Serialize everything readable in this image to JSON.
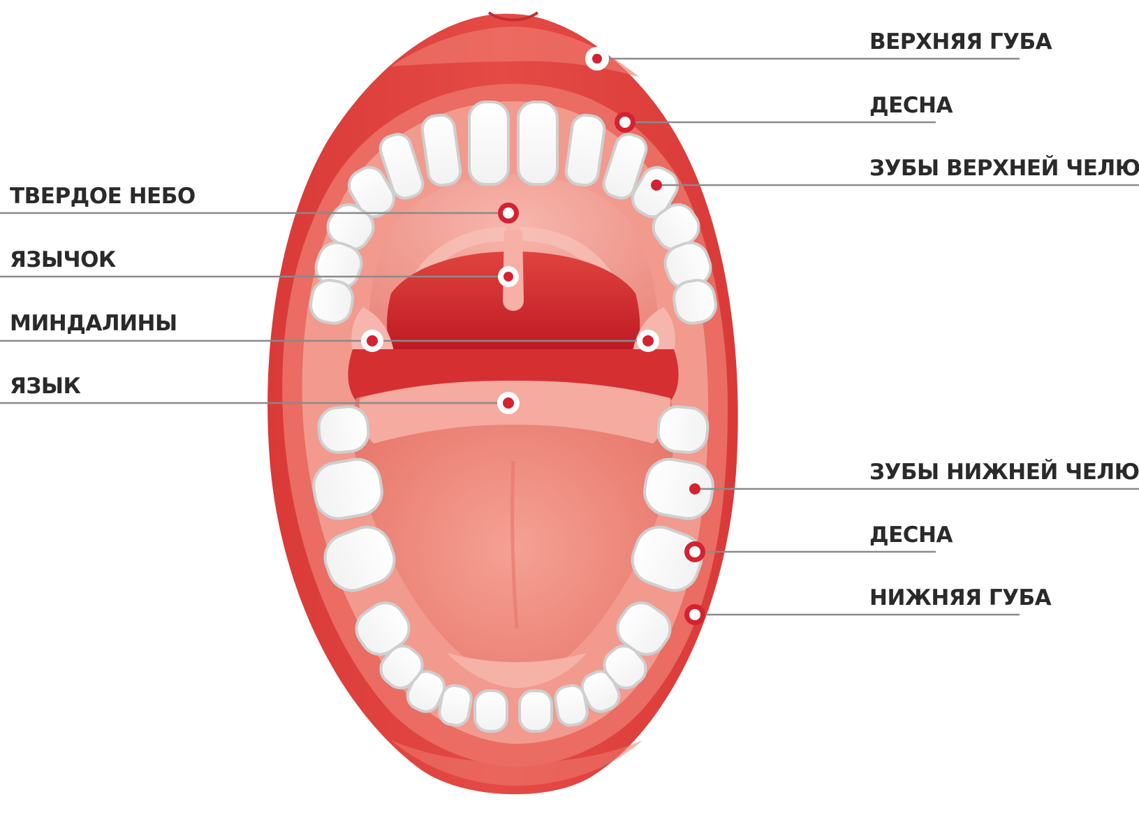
{
  "labels": {
    "upper_lip": "ВЕРХНЯЯ ГУБА",
    "gum_upper": "ДЕСНА",
    "upper_teeth": "ЗУБЫ ВЕРХНЕЙ ЧЕЛЮСТИ",
    "hard_palate": "ТВЕРДОЕ НЕБО",
    "uvula": "ЯЗЫЧОК",
    "tonsils": "МИНДАЛИНЫ",
    "tongue": "ЯЗЫК",
    "lower_teeth": "ЗУБЫ НИЖНЕЙ ЧЕЛЮСТИ",
    "gum_lower": "ДЕСНА",
    "lower_lip": "НИЖНЯЯ ГУБА"
  },
  "colors": {
    "lip": "#e0413f",
    "lip_highlight": "#ef7b70",
    "gum": "#ee8a80",
    "palate": "#f4a79d",
    "throat": "#c81e28",
    "tongue": "#f08a7f",
    "tongue_dark": "#e25a4f",
    "tooth": "#ffffff",
    "tooth_outline": "#c9c9c9",
    "marker": "#d42231",
    "label_text": "#2a2a2a",
    "leader_line": "#8a8a8a"
  }
}
